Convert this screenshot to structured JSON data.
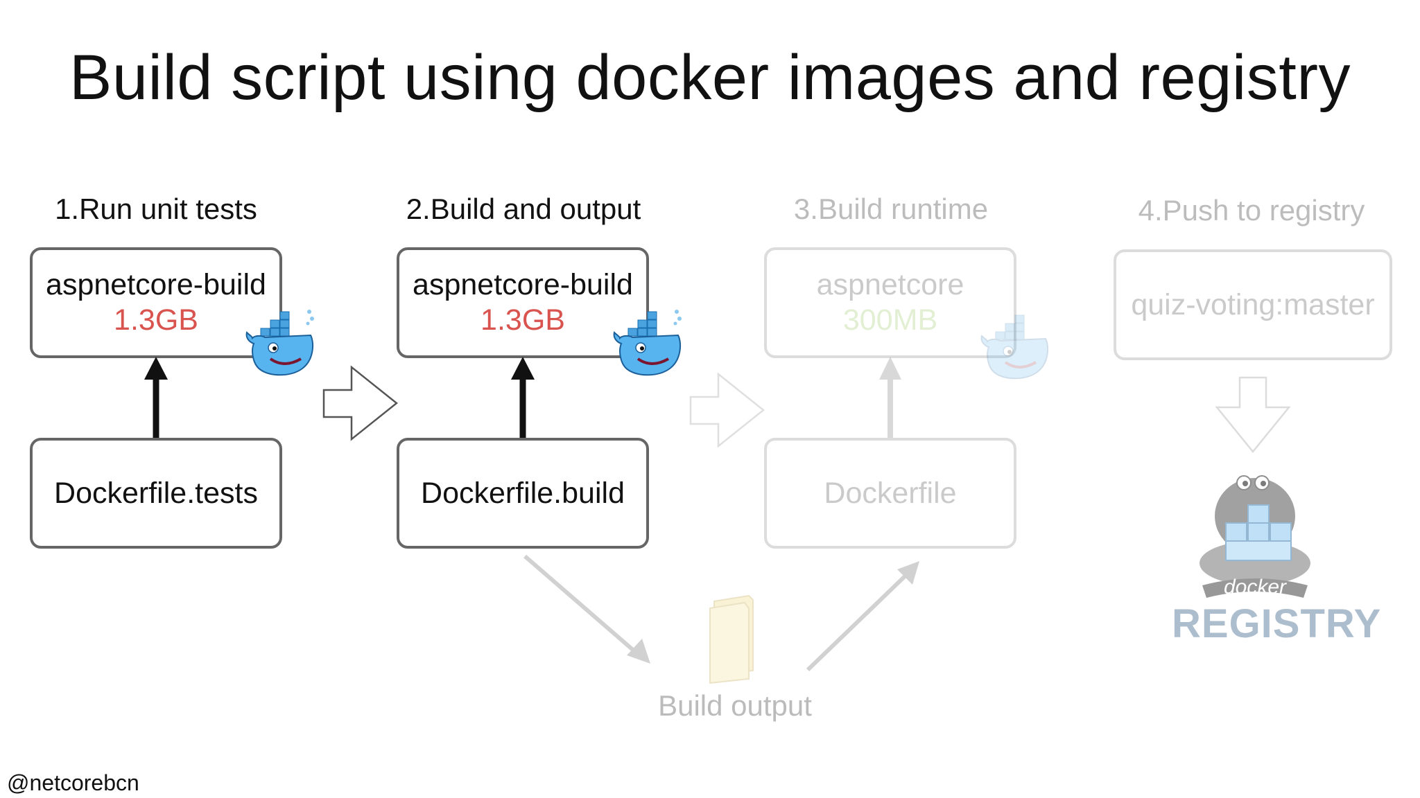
{
  "title": "Build script using docker images and registry",
  "steps": [
    {
      "label": "1.Run unit tests",
      "image": "aspnetcore-build",
      "size": "1.3GB",
      "dockerfile": "Dockerfile.tests"
    },
    {
      "label": "2.Build and output",
      "image": "aspnetcore-build",
      "size": "1.3GB",
      "dockerfile": "Dockerfile.build"
    },
    {
      "label": "3.Build runtime",
      "image": "aspnetcore",
      "size": "300MB",
      "dockerfile": "Dockerfile"
    },
    {
      "label": "4.Push to registry",
      "image": "quiz-voting:master"
    }
  ],
  "build_output_label": "Build output",
  "registry_logo": {
    "top_text": "docker",
    "bottom_text": "REGISTRY"
  },
  "handle": "@netcorebcn",
  "icons": [
    "docker-whale-icon",
    "folder-icon",
    "docker-registry-logo",
    "right-hollow-arrow-icon",
    "down-hollow-arrow-icon"
  ],
  "colors": {
    "size_text": "#d9534f",
    "runtime_size_text": "#7dbb3c",
    "box_border": "#666666"
  }
}
